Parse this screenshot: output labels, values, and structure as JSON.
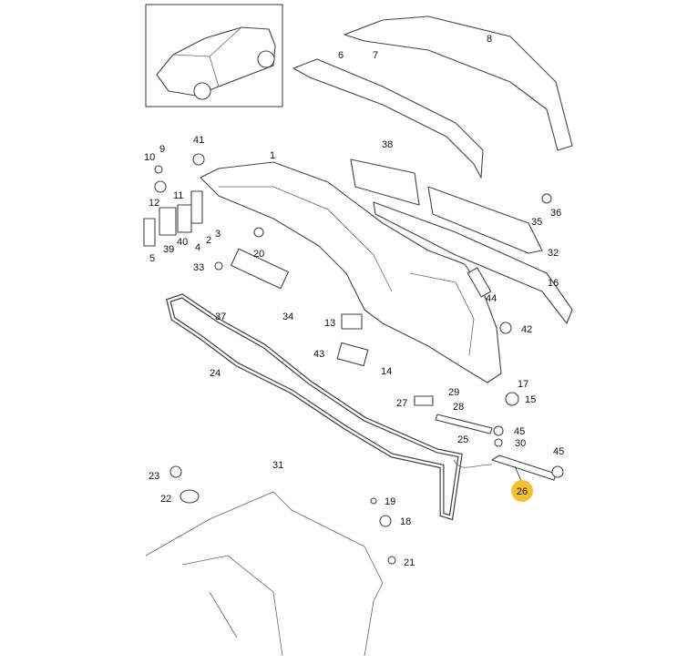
{
  "callouts": [
    "8",
    "6",
    "7",
    "9",
    "41",
    "1",
    "10",
    "38",
    "12",
    "11",
    "36",
    "35",
    "32",
    "39",
    "40",
    "4",
    "2",
    "3",
    "5",
    "20",
    "33",
    "16",
    "44",
    "37",
    "34",
    "13",
    "42",
    "43",
    "24",
    "14",
    "17",
    "29",
    "15",
    "27",
    "28",
    "45",
    "25",
    "30",
    "45",
    "23",
    "31",
    "22",
    "19",
    "18",
    "21"
  ],
  "highlighted_callout": "26",
  "colors": {
    "highlight": "#f2c230",
    "line": "#444444"
  }
}
